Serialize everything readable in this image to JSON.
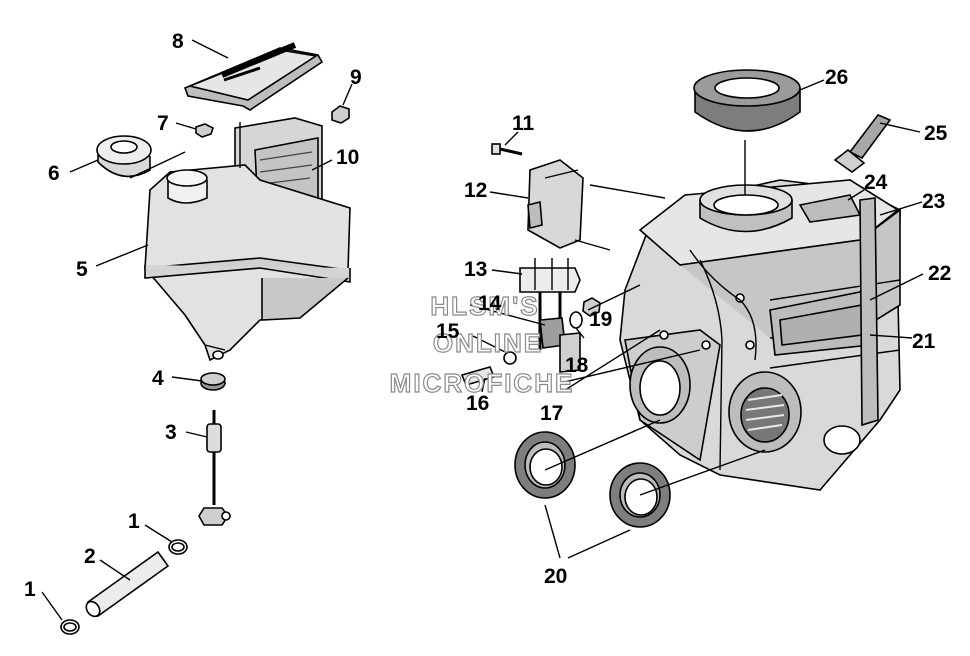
{
  "diagram": {
    "callouts": {
      "c1a": "1",
      "c1b": "1",
      "c2": "2",
      "c3": "3",
      "c4": "4",
      "c5": "5",
      "c6": "6",
      "c7": "7",
      "c8": "8",
      "c9": "9",
      "c10": "10",
      "c11": "11",
      "c12": "12",
      "c13": "13",
      "c14": "14",
      "c15": "15",
      "c16": "16",
      "c17": "17",
      "c18": "18",
      "c19": "19",
      "c20": "20",
      "c21": "21",
      "c22": "22",
      "c23": "23",
      "c24": "24",
      "c25": "25",
      "c26": "26"
    },
    "watermark": {
      "line1": "HLSM'S",
      "line2": "ONLINE",
      "line3": "MICROFICHE"
    }
  }
}
